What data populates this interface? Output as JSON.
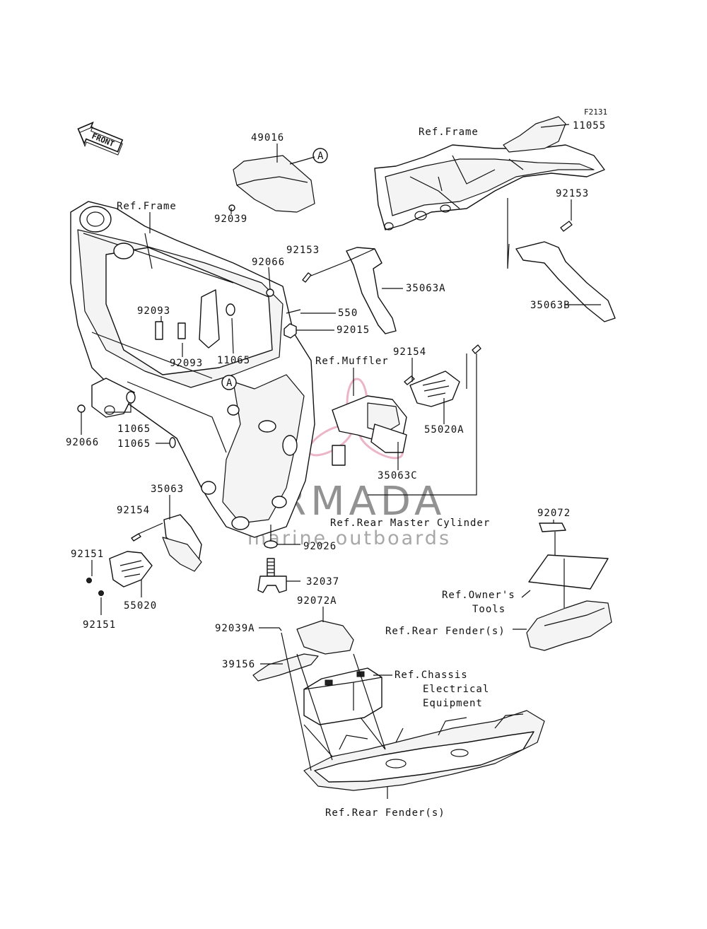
{
  "figure_code": "F2131",
  "front_arrow": "FRONT",
  "watermark": {
    "brand": "ARMADA",
    "tagline": "marine outboards",
    "color": "#e8b7c6",
    "text_color": "#8a8a8a"
  },
  "callouts": {
    "c49016": "49016",
    "c92039": "92039",
    "c92039a": "92039A",
    "c92066_top": "92066",
    "c92066_left": "92066",
    "c92093_a": "92093",
    "c92093_b": "92093",
    "c11065_top": "11065",
    "c11065_mid": "11065",
    "c11065_low": "11065",
    "c92153_center": "92153",
    "c92153_right": "92153",
    "c550": "550",
    "c92015": "92015",
    "c11055": "11055",
    "c35063a": "35063A",
    "c35063b": "35063B",
    "c35063c": "35063C",
    "c35063": "35063",
    "c92154_right": "92154",
    "c92154_left": "92154",
    "c55020a": "55020A",
    "c55020": "55020",
    "c92151_a": "92151",
    "c92151_b": "92151",
    "c92026": "92026",
    "c32037": "32037",
    "c92072": "92072",
    "c92072a": "92072A",
    "c39156": "39156",
    "marker_a": "A"
  },
  "references": {
    "frame_left": "Ref.Frame",
    "frame_right": "Ref.Frame",
    "muffler": "Ref.Muffler",
    "rear_master_cylinder": "Ref.Rear Master Cylinder",
    "owners_tools_1": "Ref.Owner's",
    "owners_tools_2": "Tools",
    "rear_fender_right": "Ref.Rear Fender(s)",
    "chassis_1": "Ref.Chassis",
    "chassis_2": "Electrical",
    "chassis_3": "Equipment",
    "rear_fender_bottom": "Ref.Rear Fender(s)"
  }
}
